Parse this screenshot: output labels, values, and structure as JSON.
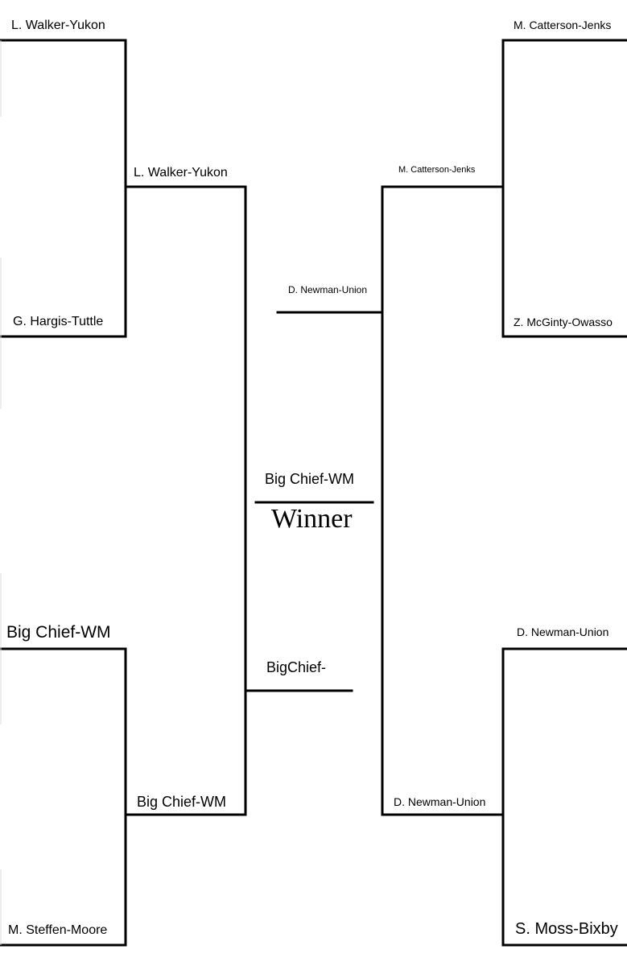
{
  "bracket": {
    "left_round1": {
      "top_slot": "L. Walker-Yukon",
      "bottom_slot": "G. Hargis-Tuttle",
      "lower_top_slot": "Big Chief-WM",
      "lower_bottom_slot": "M. Steffen-Moore"
    },
    "left_round2": {
      "upper_winner": "L. Walker-Yukon",
      "lower_winner": "Big Chief-WM"
    },
    "left_semifinal": {
      "winner": "BigChief-"
    },
    "right_round1": {
      "top_slot": "M. Catterson-Jenks",
      "bottom_slot": "Z. McGinty-Owasso",
      "lower_top_slot": "D. Newman-Union",
      "lower_bottom_slot": "S. Moss-Bixby"
    },
    "right_round2": {
      "upper_winner": "M. Catterson-Jenks",
      "lower_winner": "D. Newman-Union"
    },
    "right_semifinal": {
      "winner": "D. Newman-Union"
    },
    "final": {
      "champion": "Big Chief-WM",
      "winner_label": "Winner"
    }
  }
}
